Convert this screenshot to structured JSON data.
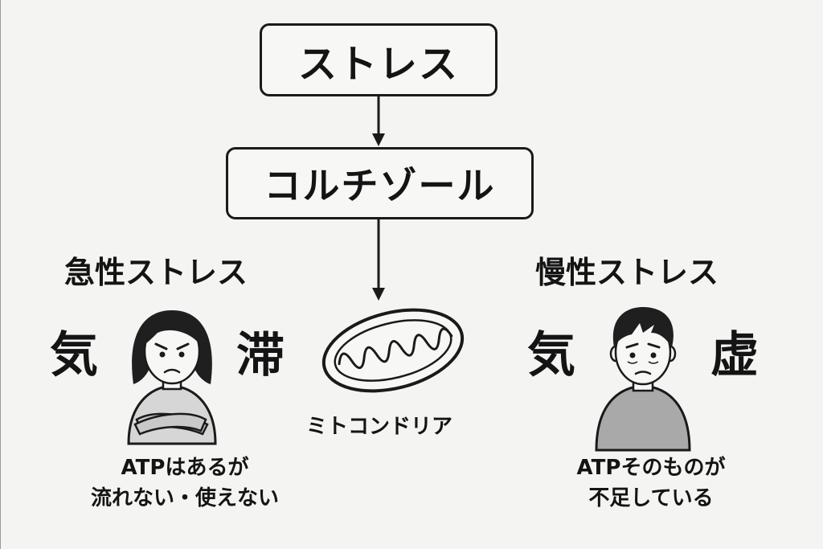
{
  "flow": {
    "top_box": "ストレス",
    "middle_box": "コルチゾール",
    "organelle_label": "ミトコンドリア"
  },
  "acute": {
    "title": "急性ストレス",
    "kanji_left": "気",
    "kanji_right": "滞",
    "caption_line1": "ATPはあるが",
    "caption_line2": "流れない・使えない"
  },
  "chronic": {
    "title": "慢性ストレス",
    "kanji_left": "気",
    "kanji_right": "虚",
    "caption_line1": "ATPそのものが",
    "caption_line2": "不足している"
  }
}
